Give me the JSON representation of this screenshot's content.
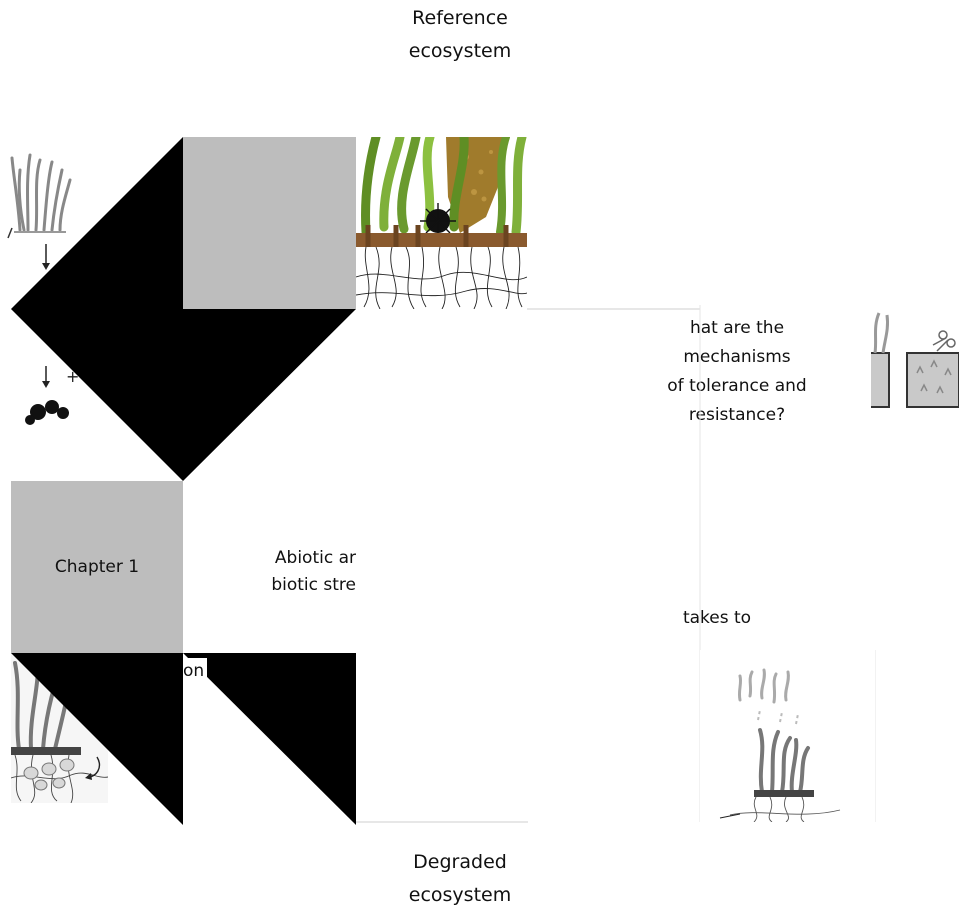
{
  "diagram": {
    "top_label": [
      "Reference",
      "ecosystem"
    ],
    "bottom_label": [
      "Degraded",
      "ecosystem"
    ],
    "question_tolerance": [
      "hat are the",
      "mechanisms",
      "of tolerance and",
      "resistance?"
    ],
    "takes_to": "takes to",
    "stressors": [
      "Abiotic ar",
      "biotic stre"
    ],
    "fragment": "on",
    "chapter_label": "Chapter 1",
    "colors": {
      "tile_gray": "#bdbdbd",
      "triangle": "#000000",
      "seagrass_green": "#6a9a2e",
      "rhizome_brown": "#8a5a2e",
      "sediment_gold": "#a07b2c"
    },
    "icons": [
      "seagrass-reference-icon",
      "seagrass-degraded-icon",
      "urchin-icon",
      "scissors-icon",
      "seagrass-loss-icon"
    ]
  }
}
